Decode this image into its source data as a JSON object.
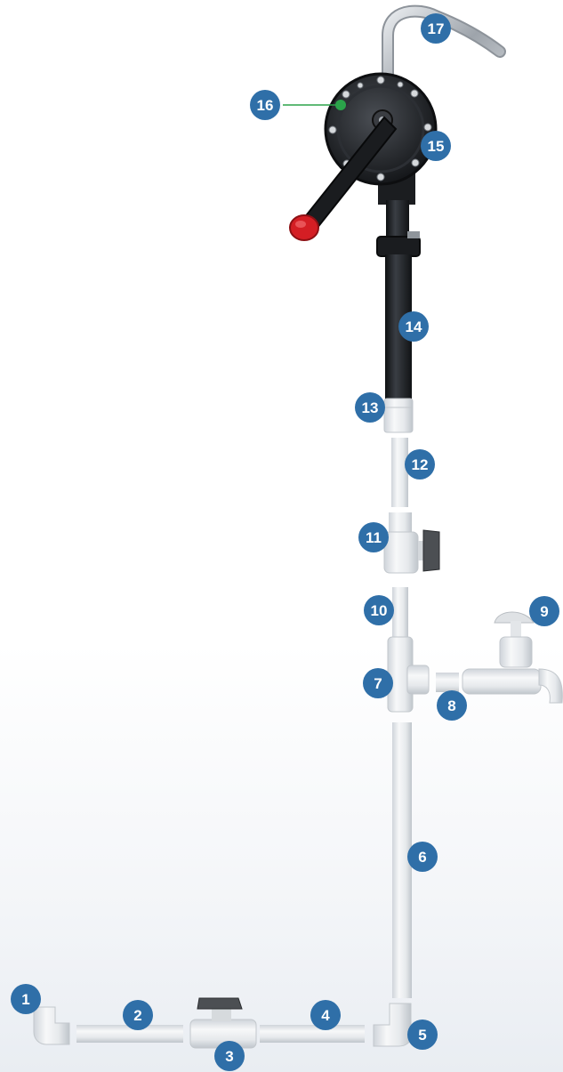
{
  "colors": {
    "badge": "#2f6fa8",
    "pipe": "#e9ecef",
    "pipe_shadow": "#c3c8ce",
    "dark_pipe": "#1f2226",
    "metal": "#b9bec4",
    "handle_knob": "#d41e24",
    "leader": "#2ba34a"
  },
  "parts": [
    {
      "id": "1",
      "label": "1"
    },
    {
      "id": "2",
      "label": "2"
    },
    {
      "id": "3",
      "label": "3"
    },
    {
      "id": "4",
      "label": "4"
    },
    {
      "id": "5",
      "label": "5"
    },
    {
      "id": "6",
      "label": "6"
    },
    {
      "id": "7",
      "label": "7"
    },
    {
      "id": "8",
      "label": "8"
    },
    {
      "id": "9",
      "label": "9"
    },
    {
      "id": "10",
      "label": "10"
    },
    {
      "id": "11",
      "label": "11"
    },
    {
      "id": "12",
      "label": "12"
    },
    {
      "id": "13",
      "label": "13"
    },
    {
      "id": "14",
      "label": "14"
    },
    {
      "id": "15",
      "label": "15"
    },
    {
      "id": "16",
      "label": "16"
    },
    {
      "id": "17",
      "label": "17"
    }
  ]
}
